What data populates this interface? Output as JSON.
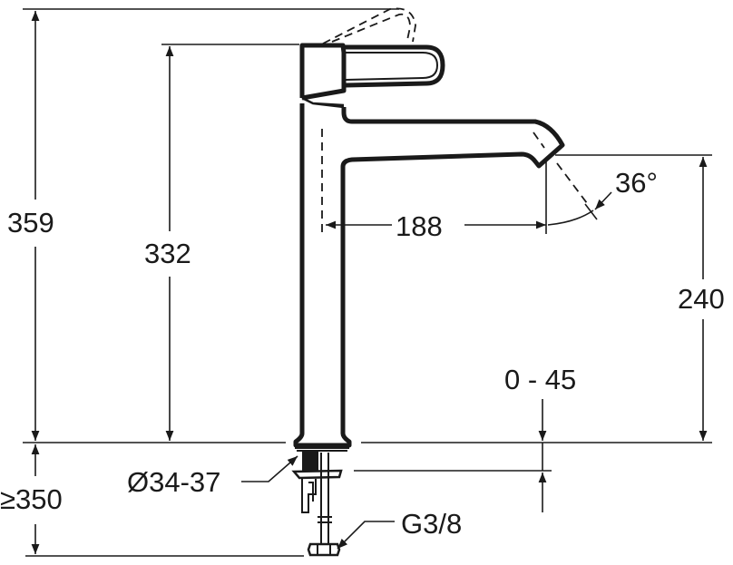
{
  "drawing": {
    "subject": "Single-lever basin mixer, tall body",
    "units": "mm",
    "line_color": "#1a1a1a",
    "background": "#ffffff"
  },
  "dimensions": {
    "overall_height": "359",
    "body_height": "332",
    "spout_reach": "188",
    "spout_angle": "36°",
    "spout_outlet_height": "240",
    "deck_thickness": "0 - 45",
    "hole_diameter": "Ø34-37",
    "connection_thread": "G3/8",
    "hose_clearance": "≥350"
  }
}
